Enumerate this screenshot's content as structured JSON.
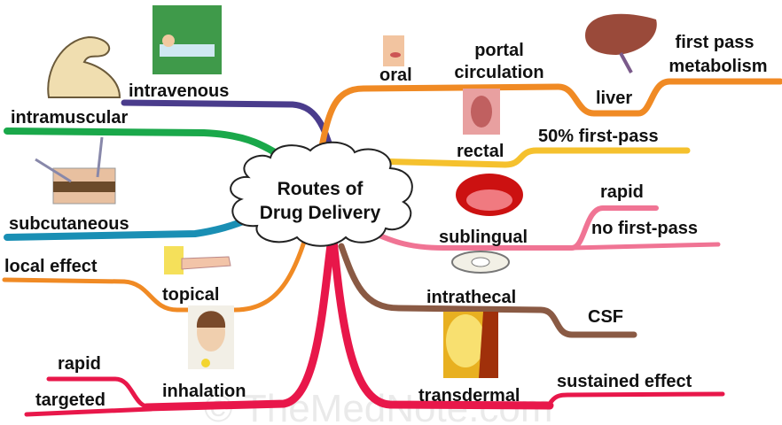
{
  "title_line1": "Routes of",
  "title_line2": "Drug Delivery",
  "watermark": "© TheMedNote.com",
  "colors": {
    "intravenous": "#4a3c8c",
    "intramuscular": "#1aa84a",
    "subcutaneous": "#1a8fb4",
    "topical": "#f08a24",
    "inhalation": "#e8174a",
    "oral": "#f08a24",
    "rectal": "#f5c12e",
    "sublingual": "#f07494",
    "intrathecal": "#8a5a44"
  },
  "labels": {
    "intravenous": "intravenous",
    "intramuscular": "intramuscular",
    "subcutaneous": "subcutaneous",
    "local_effect": "local effect",
    "topical": "topical",
    "inhalation": "inhalation",
    "inh_rapid": "rapid",
    "inh_targeted": "targeted",
    "oral": "oral",
    "portal": "portal",
    "circulation": "circulation",
    "liver": "liver",
    "first_pass": "first pass",
    "metabolism": "metabolism",
    "rectal": "rectal",
    "rectal_note": "50% first-pass",
    "sublingual": "sublingual",
    "sl_rapid": "rapid",
    "sl_no_first_pass": "no first-pass",
    "intrathecal": "intrathecal",
    "csf": "CSF",
    "transdermal": "transdermal",
    "sustained_effect": "sustained effect"
  }
}
